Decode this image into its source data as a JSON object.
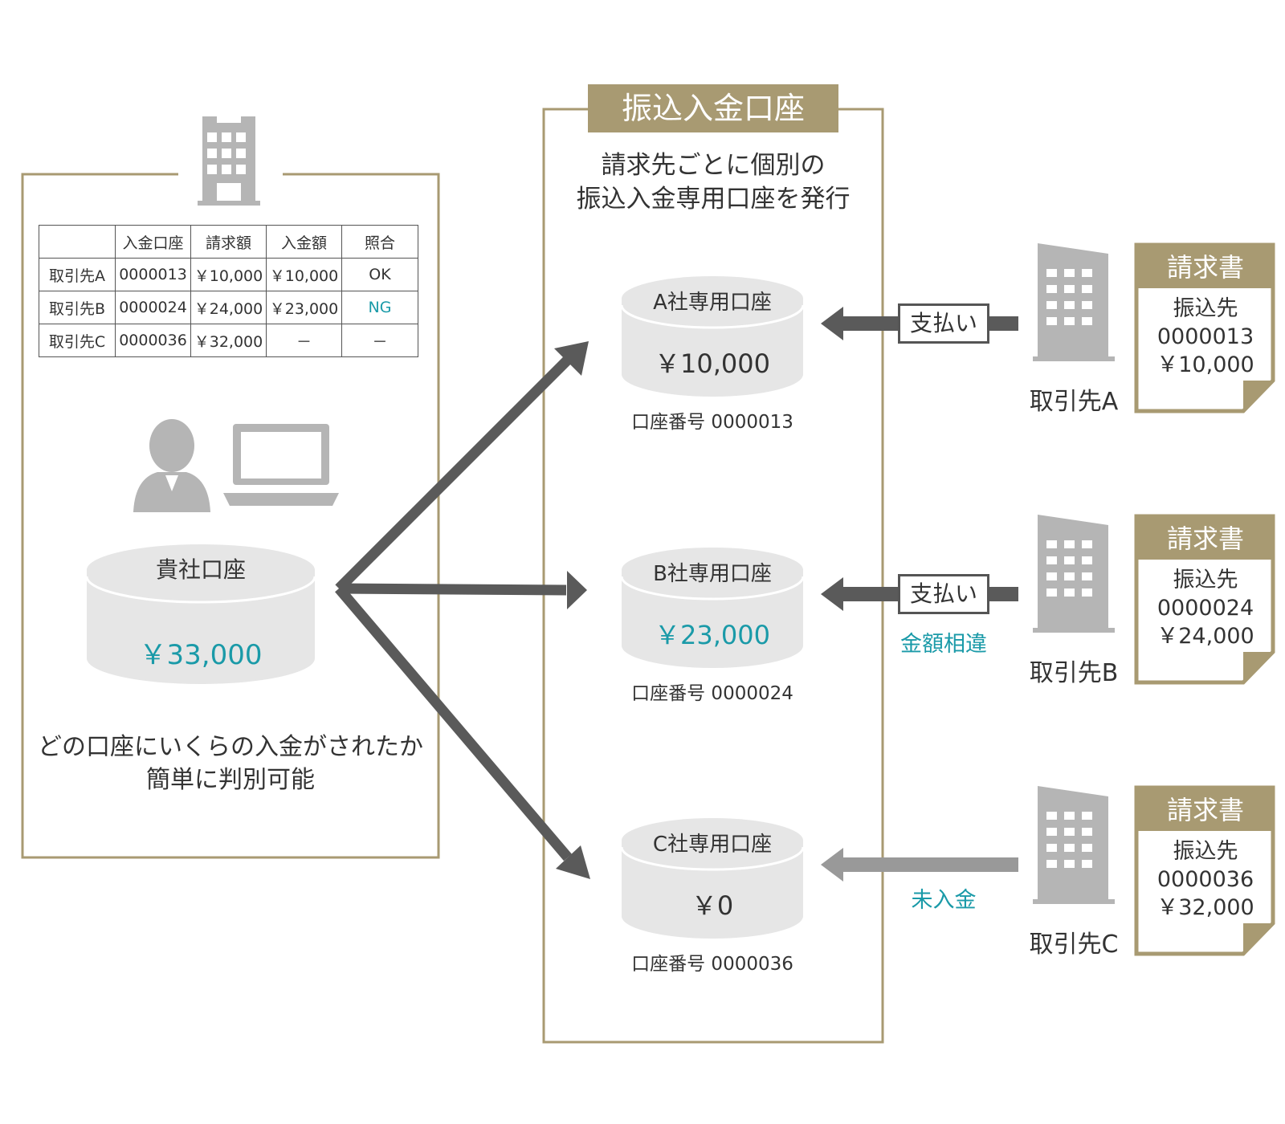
{
  "transfer_section": {
    "title": "振込入金口座",
    "description_line1": "請求先ごとに個別の",
    "description_line2": "振込入金専用口座を発行"
  },
  "company_panel": {
    "table": {
      "headers": [
        "",
        "入金口座",
        "請求額",
        "入金額",
        "照合"
      ],
      "rows": [
        [
          "取引先A",
          "0000013",
          "￥10,000",
          "￥10,000",
          "OK"
        ],
        [
          "取引先B",
          "0000024",
          "￥24,000",
          "￥23,000",
          "NG"
        ],
        [
          "取引先C",
          "0000036",
          "￥32,000",
          "－",
          "－"
        ]
      ]
    },
    "account_label": "貴社口座",
    "account_amount": "￥33,000",
    "caption_line1": "どの口座にいくらの入金がされたか",
    "caption_line2": "簡単に判別可能"
  },
  "virtual_accounts": [
    {
      "label": "A社専用口座",
      "amount": "￥10,000",
      "number": "口座番号 0000013"
    },
    {
      "label": "B社専用口座",
      "amount": "￥23,000",
      "number": "口座番号 0000024"
    },
    {
      "label": "C社専用口座",
      "amount": "￥0",
      "number": "口座番号 0000036"
    }
  ],
  "payments": [
    {
      "label": "支払い",
      "note": ""
    },
    {
      "label": "支払い",
      "note": "金額相違"
    },
    {
      "label": "",
      "note": "未入金"
    }
  ],
  "clients": [
    {
      "name": "取引先A",
      "invoice_title": "請求書",
      "dest_label": "振込先",
      "account": "0000013",
      "amount": "￥10,000"
    },
    {
      "name": "取引先B",
      "invoice_title": "請求書",
      "dest_label": "振込先",
      "account": "0000024",
      "amount": "￥24,000"
    },
    {
      "name": "取引先C",
      "invoice_title": "請求書",
      "dest_label": "振込先",
      "account": "0000036",
      "amount": "￥32,000"
    }
  ],
  "colors": {
    "gold": "#a89a72",
    "teal": "#1a9aa8",
    "arrow": "#5a5a5a",
    "arrow_light": "#999999",
    "icon_gray": "#b5b5b5",
    "cylinder": "#e6e6e6"
  }
}
